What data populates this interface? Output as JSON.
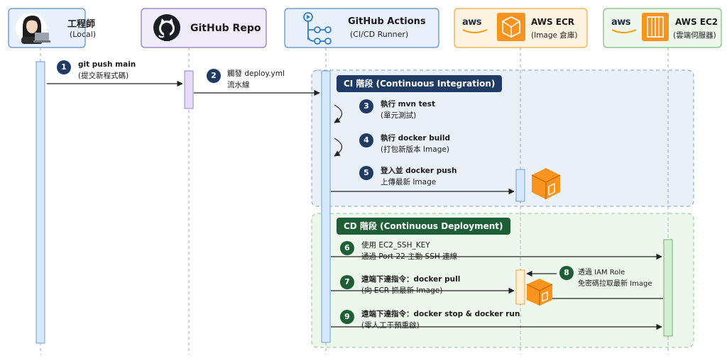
{
  "actors": [
    {
      "title": "工程師",
      "subtitle": "(Local)",
      "icon": "engineer-avatar-icon"
    },
    {
      "title": "GitHub Repo",
      "subtitle": "",
      "icon": "github-octocat-icon"
    },
    {
      "title": "GitHub Actions",
      "subtitle": "(CI/CD Runner)",
      "icon": "github-actions-icon"
    },
    {
      "title": "AWS ECR",
      "subtitle": "(Image 倉庫)",
      "icon": "aws-ecr-icon",
      "logo": "aws"
    },
    {
      "title": "AWS EC2",
      "subtitle": "(雲端伺服器)",
      "icon": "aws-ec2-icon",
      "logo": "aws"
    }
  ],
  "phases": {
    "ci": {
      "label": "CI 階段 (Continuous Integration)",
      "color": "#1f3b64"
    },
    "cd": {
      "label": "CD 階段 (Continuous Deployment)",
      "color": "#1e5e36"
    }
  },
  "steps": [
    {
      "num": "1",
      "line1": "git push main",
      "line2": "(提交新程式碼)"
    },
    {
      "num": "2",
      "line1": "觸發 deploy.yml",
      "line2": "流水線"
    },
    {
      "num": "3",
      "line1": "執行 mvn test",
      "line2": "(單元測試)"
    },
    {
      "num": "4",
      "line1": "執行 docker build",
      "line2": "(打包新版本 Image)"
    },
    {
      "num": "5",
      "line1": "登入並 docker push",
      "line2": "上傳最新 Image"
    },
    {
      "num": "6",
      "line1": "使用 EC2_SSH_KEY",
      "line2": "通過 Port 22 主動 SSH 連線"
    },
    {
      "num": "7",
      "line1": "遠端下達指令：docker pull",
      "line2": "(向 ECR 抓最新 Image)"
    },
    {
      "num": "8",
      "line1": "透過 IAM Role",
      "line2": "免密碼拉取最新 Image"
    },
    {
      "num": "9",
      "line1": "遠端下達指令：docker stop & docker run",
      "line2": "(零人工干預重啟)"
    }
  ],
  "colors": {
    "ci_badge": "#1f3b64",
    "cd_badge": "#1e5e36",
    "aws_orange": "#ff9900",
    "ci_fill": "#eaf0f8",
    "cd_fill": "#eef7ec"
  }
}
